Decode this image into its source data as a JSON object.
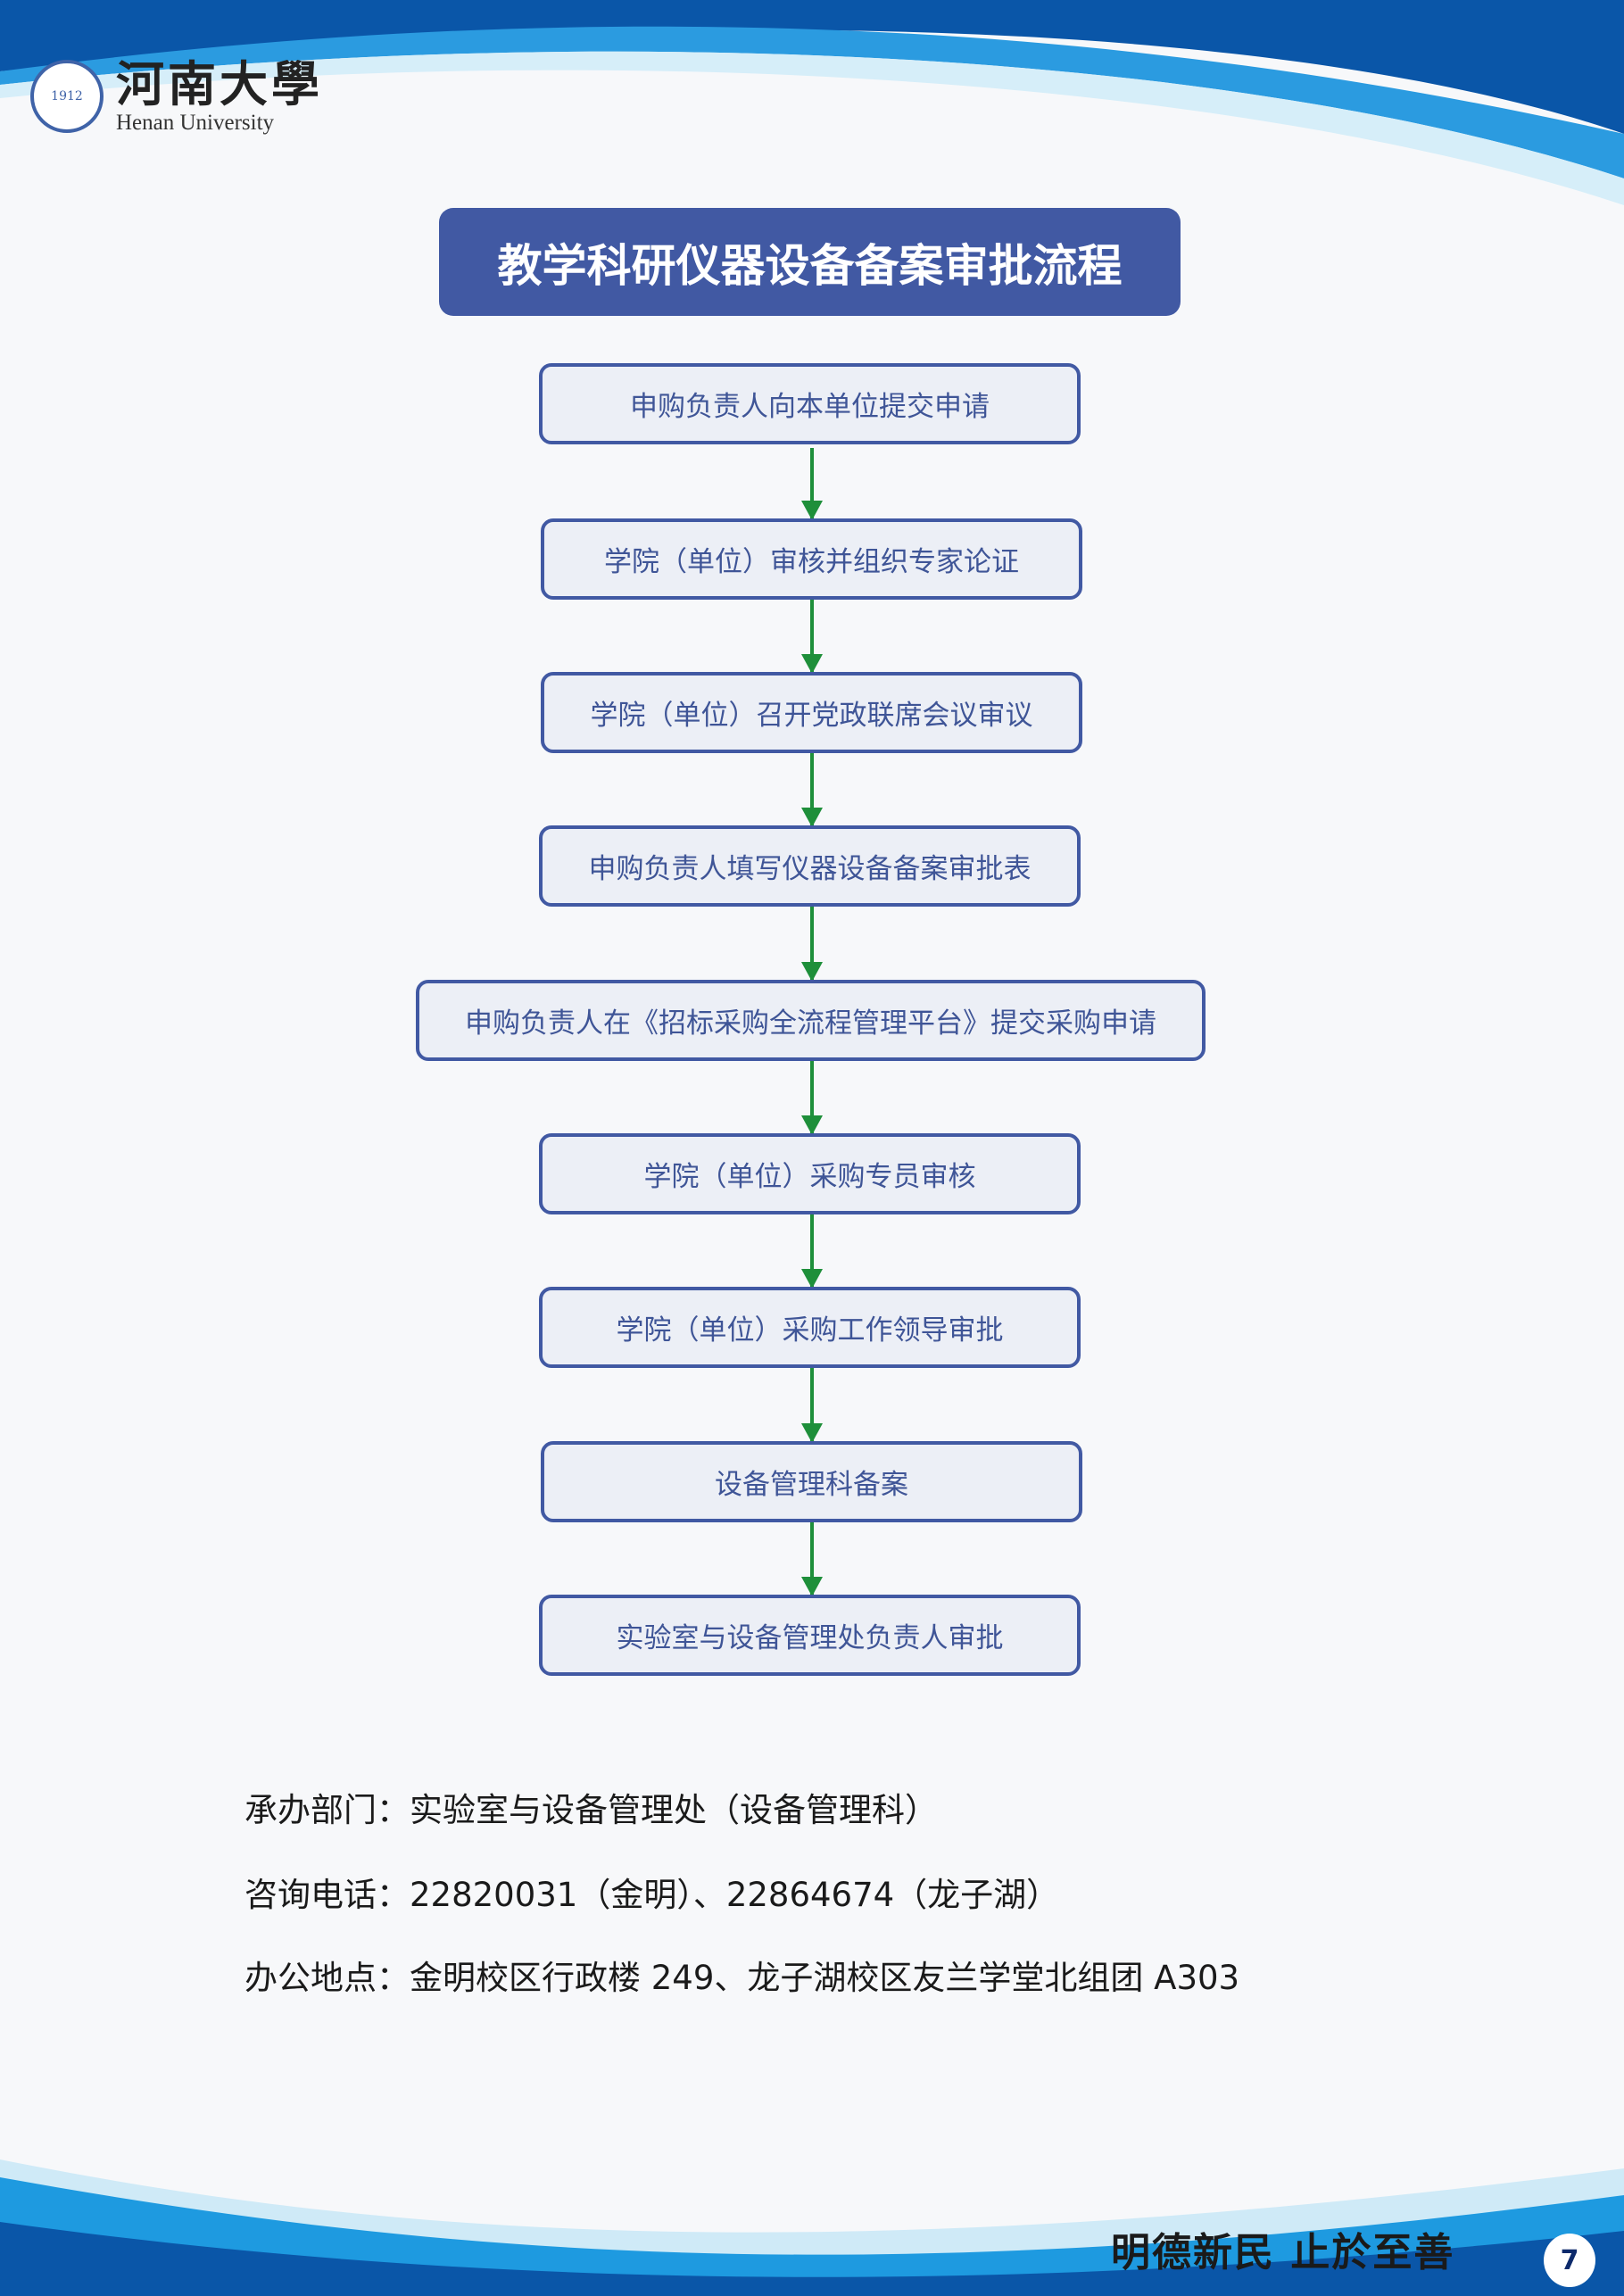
{
  "header": {
    "logo_cn": "河南大學",
    "logo_en": "Henan University",
    "seal_text": "1912"
  },
  "title": "教学科研仪器设备备案审批流程",
  "flow": {
    "steps": [
      "申购负责人向本单位提交申请",
      "学院（单位）审核并组织专家论证",
      "学院（单位）召开党政联席会议审议",
      "申购负责人填写仪器设备备案审批表",
      "申购负责人在《招标采购全流程管理平台》提交采购申请",
      "学院（单位）采购专员审核",
      "学院（单位）采购工作领导审批",
      "设备管理科备案",
      "实验室与设备管理处负责人审批"
    ]
  },
  "info": {
    "department": "承办部门：实验室与设备管理处（设备管理科）",
    "phone": "咨询电话：22820031（金明）、22864674（龙子湖）",
    "address": "办公地点：金明校区行政楼 249、龙子湖校区友兰学堂北组团 A303"
  },
  "footer": {
    "motto": "明德新民  止於至善",
    "page_number": "7"
  },
  "colors": {
    "primary": "#4159a3",
    "arrow": "#1e8f3a",
    "wave_dark": "#0a4fa0",
    "wave_light": "#1e9ae0"
  }
}
